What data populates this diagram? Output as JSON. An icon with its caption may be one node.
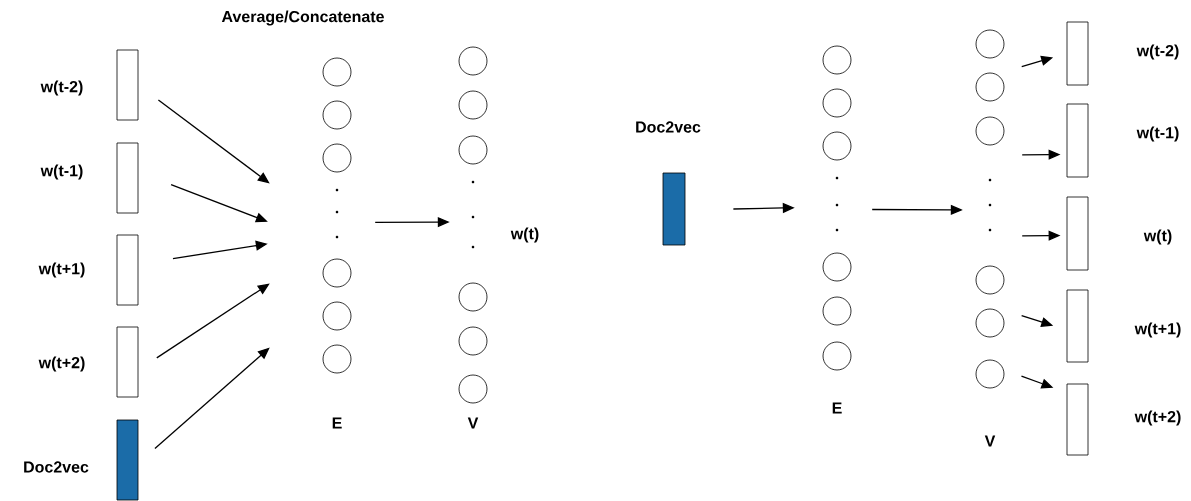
{
  "diagram": {
    "nodes": [
      {
        "text": [
          "w(t-2)"
        ]
      },
      {
        "text": [
          "w(t-1)"
        ]
      },
      {
        "text": [
          "w(t+1)"
        ]
      },
      {
        "text": [
          "w(t+2)"
        ]
      },
      {
        "text": [
          "Doc2vec"
        ]
      },
      {
        "text": [
          "E"
        ]
      },
      {
        "text": [
          "V"
        ],
        "beside": [
          "w(t)"
        ]
      },
      {
        "text": [
          "Doc2vec"
        ]
      },
      {
        "text": [
          "E"
        ]
      },
      {
        "text": [
          "V"
        ]
      },
      {
        "text": [
          "w(t-2)"
        ]
      },
      {
        "text": [
          "w(t-1)"
        ]
      },
      {
        "text": [
          "w(t)"
        ]
      },
      {
        "text": [
          "w(t+1)"
        ]
      },
      {
        "text": [
          "w(t+2)"
        ]
      }
    ],
    "edges": [
      {
        "from": 0,
        "to": 5,
        "arrow": "to"
      },
      {
        "from": 1,
        "to": 5,
        "arrow": "to"
      },
      {
        "from": 2,
        "to": 5,
        "arrow": "to"
      },
      {
        "from": 3,
        "to": 5,
        "arrow": "to"
      },
      {
        "from": 4,
        "to": 5,
        "arrow": "to"
      },
      {
        "from": 5,
        "to": 6,
        "arrow": "to"
      },
      {
        "from": 7,
        "to": 8,
        "arrow": "to"
      },
      {
        "from": 8,
        "to": 9,
        "arrow": "to"
      },
      {
        "from": 9,
        "to": 10,
        "arrow": "to"
      },
      {
        "from": 9,
        "to": 11,
        "arrow": "to"
      },
      {
        "from": 9,
        "to": 12,
        "arrow": "to"
      },
      {
        "from": 9,
        "to": 13,
        "arrow": "to"
      },
      {
        "from": 9,
        "to": 14,
        "arrow": "to"
      }
    ],
    "labels": [
      "Average/Concatenate"
    ]
  }
}
